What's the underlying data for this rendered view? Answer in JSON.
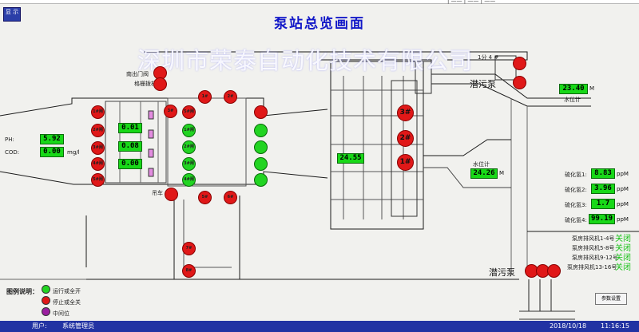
{
  "topbar": {
    "text": "| ——  | —— | ——"
  },
  "header": {
    "title": "泵站总览画面",
    "display_button": "显 示"
  },
  "watermark": "深圳市荣泰自动化技术有限公司",
  "labels": {
    "outlet_valve": "南出门阀",
    "flap_valve": "格栅拨机",
    "ph": "PH:",
    "cod": "COD:",
    "cod_unit": "mg/l",
    "crane": "吊车",
    "level_top": "水位计",
    "level_mid": "水位计",
    "level_unit": "M",
    "tank_label": "1分 4 #",
    "pump_sewage_top": "潜污泵",
    "pump_sewage_bottom": "潜污泵",
    "col_left": "5#闸"
  },
  "readings": {
    "ph": "5.92",
    "cod": "0.00",
    "screen1": "0.01",
    "screen2": "0.08",
    "screen3": "0.00",
    "level_top": "23.40",
    "level_mid": "24.26",
    "level_wet": "24.55"
  },
  "h2s": [
    {
      "label": "硫化氢1:",
      "value": "8.83",
      "unit": "ppM"
    },
    {
      "label": "硫化氢2:",
      "value": "3.96",
      "unit": "ppM"
    },
    {
      "label": "硫化氢3:",
      "value": "1.7",
      "unit": "ppM"
    },
    {
      "label": "硫化氢4:",
      "value": "99.19",
      "unit": "ppM"
    }
  ],
  "fans": [
    {
      "label": "泵房排风机1-4号",
      "status": "关闭"
    },
    {
      "label": "泵房排风机5-8号",
      "status": "关闭"
    },
    {
      "label": "泵房排风机9-12号",
      "status": "关闭"
    },
    {
      "label": "泵房排风机13-16号",
      "status": "关闭"
    }
  ],
  "main_pumps": {
    "p3": "3#",
    "p2": "2#",
    "p1": "1#"
  },
  "small_pumps": {
    "a": "1#",
    "b": "2#",
    "c": "3#",
    "d": "5#",
    "e": "6#",
    "f": "7#",
    "g": "8#",
    "l1": "1#闸",
    "l2": "2#闸",
    "l3": "3#闸",
    "l4": "4#闸",
    "l5": "5#闸",
    "r1": "1#闸",
    "r2": "2#闸",
    "r3": "3#闸",
    "r4": "4#闸"
  },
  "legend": {
    "title": "图例说明：",
    "items": [
      "运行或全开",
      "停止或全关",
      "中间位"
    ],
    "colors": [
      "#22d422",
      "#e01818",
      "#9b1fa0"
    ]
  },
  "param_button": "参数设置",
  "statusbar": {
    "user_label": "用户:",
    "user": "系统管理员",
    "date": "2018/10/18",
    "time": "11:16:15"
  }
}
